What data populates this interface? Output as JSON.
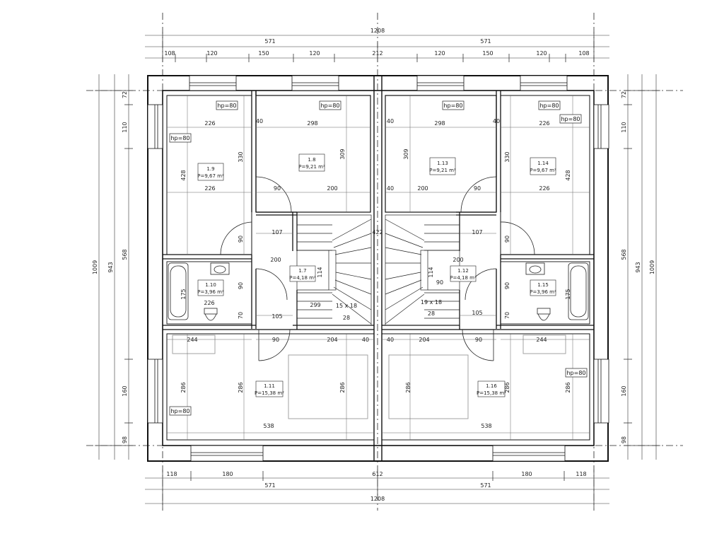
{
  "dims": {
    "top_total": "1208",
    "top_half_left": "571",
    "top_half_right": "571",
    "top_segments": [
      "108",
      "120",
      "150",
      "120",
      "212",
      "120",
      "150",
      "120",
      "108"
    ],
    "bottom_total": "1208",
    "bottom_half_left": "571",
    "bottom_half_right": "571",
    "bottom_segments": [
      "118",
      "180",
      "612",
      "180",
      "118"
    ],
    "left_total": "1009",
    "left_inner": "943",
    "left_segments": [
      "72",
      "110",
      "568",
      "160",
      "98"
    ],
    "right_total": "1009",
    "right_inner": "943",
    "right_segments": [
      "72",
      "110",
      "568",
      "160",
      "98"
    ]
  },
  "rooms": [
    {
      "id": "1.9",
      "area": "P=9,67 m²"
    },
    {
      "id": "1.8",
      "area": "P=9,21 m²"
    },
    {
      "id": "1.13",
      "area": "P=9,21 m²"
    },
    {
      "id": "1.14",
      "area": "P=9,67 m²"
    },
    {
      "id": "1.10",
      "area": "P=3,96 m²"
    },
    {
      "id": "1.7",
      "area": "P=4,18 m²"
    },
    {
      "id": "1.12",
      "area": "P=4,18 m²"
    },
    {
      "id": "1.15",
      "area": "P=3,96 m²"
    },
    {
      "id": "1.11",
      "area": "P=15,38 m²"
    },
    {
      "id": "1.16",
      "area": "P=15,38 m²"
    }
  ],
  "hp_label": "hp=80",
  "interior_dims": {
    "d226": "226",
    "d298": "298",
    "d330": "330",
    "d428": "428",
    "d309": "309",
    "d200": "200",
    "d90": "90",
    "d107": "107",
    "d422": "422",
    "d175": "175",
    "d105": "105",
    "d70": "70",
    "d244": "244",
    "d204": "204",
    "d286": "286",
    "d538": "538",
    "d40": "40",
    "d114": "114",
    "d28": "28",
    "stairs_left": "15 x 18",
    "stairs_right": "19 x 18",
    "d299": "299"
  }
}
